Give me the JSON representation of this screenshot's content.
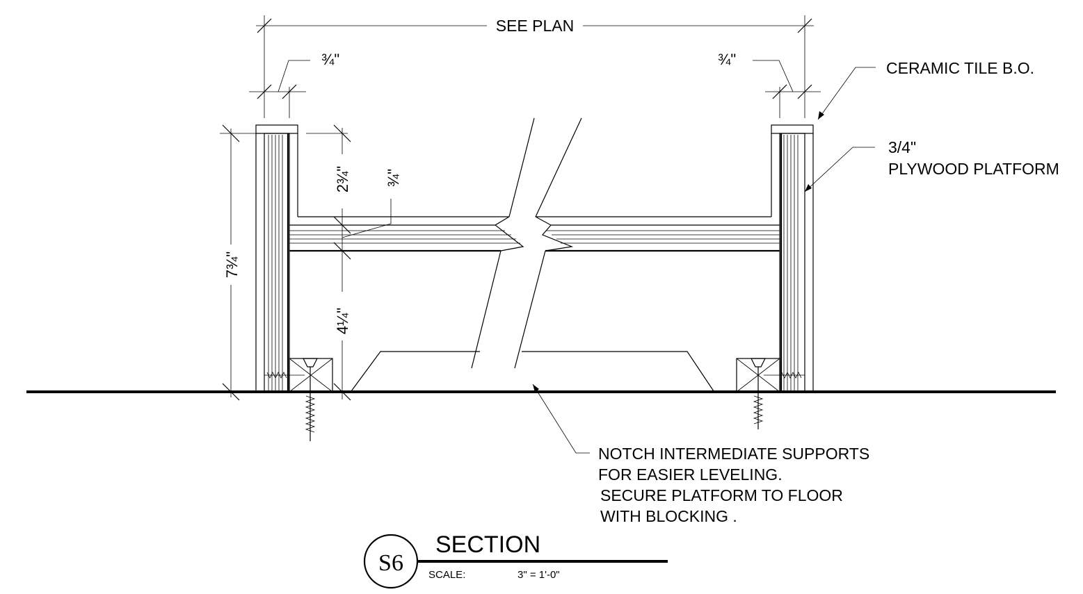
{
  "dimensions": {
    "overall_width": "SEE PLAN",
    "left_wall_thickness": "¾\"",
    "right_wall_thickness": "¾\"",
    "upper_gap": "2¾\"",
    "platform_thickness": "¾\"",
    "lower_gap": "4¼\"",
    "total_height": "7¾\""
  },
  "callouts": {
    "ceramic_tile": "CERAMIC TILE B.O.",
    "plywood_line1": "3/4\"",
    "plywood_line2": "PLYWOOD PLATFORM",
    "notes": [
      "NOTCH INTERMEDIATE SUPPORTS",
      "FOR  EASIER LEVELING.",
      "SECURE PLATFORM TO FLOOR",
      "WITH BLOCKING ."
    ]
  },
  "title_block": {
    "tag": "S6",
    "title": "SECTION",
    "scale_label": "SCALE:",
    "scale_value": "3\"  = 1'-0\""
  }
}
